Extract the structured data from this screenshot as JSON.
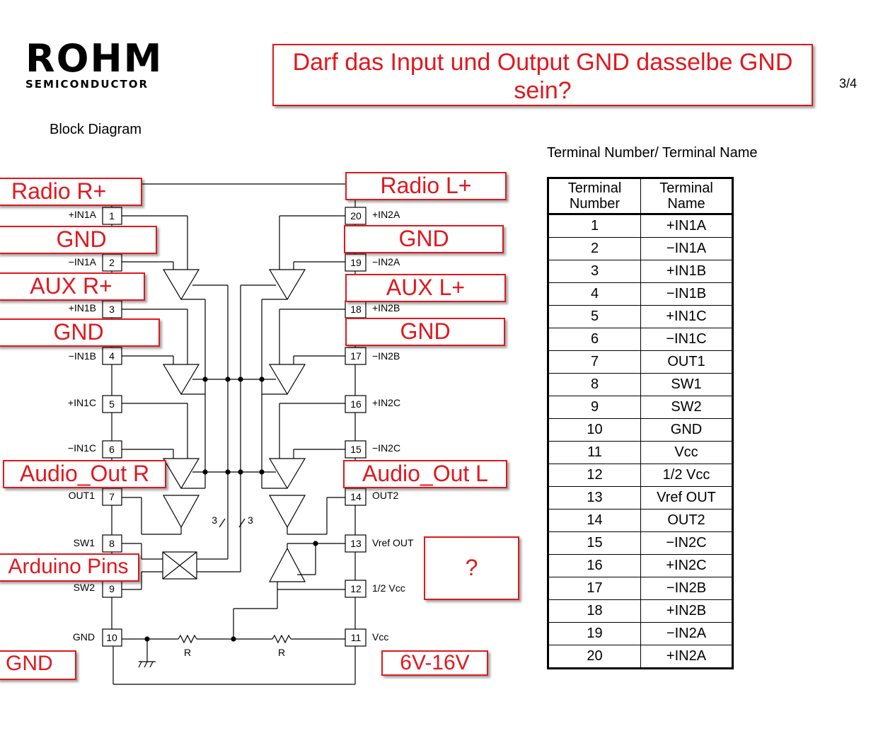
{
  "logo": {
    "brand": "ROHM",
    "sub": "SEMICONDUCTOR"
  },
  "question": "Darf das Input und Output GND dasselbe GND sein?",
  "page_number": "3/4",
  "block_diagram_title": "Block Diagram",
  "terminal_table_title": "Terminal Number/ Terminal Name",
  "table": {
    "headers": [
      "Terminal Number",
      "Terminal Name"
    ],
    "rows": [
      [
        "1",
        "+IN1A"
      ],
      [
        "2",
        "−IN1A"
      ],
      [
        "3",
        "+IN1B"
      ],
      [
        "4",
        "−IN1B"
      ],
      [
        "5",
        "+IN1C"
      ],
      [
        "6",
        "−IN1C"
      ],
      [
        "7",
        "OUT1"
      ],
      [
        "8",
        "SW1"
      ],
      [
        "9",
        "SW2"
      ],
      [
        "10",
        "GND"
      ],
      [
        "11",
        "Vcc"
      ],
      [
        "12",
        "1/2 Vcc"
      ],
      [
        "13",
        "Vref OUT"
      ],
      [
        "14",
        "OUT2"
      ],
      [
        "15",
        "−IN2C"
      ],
      [
        "16",
        "+IN2C"
      ],
      [
        "17",
        "−IN2B"
      ],
      [
        "18",
        "+IN2B"
      ],
      [
        "19",
        "−IN2A"
      ],
      [
        "20",
        "+IN2A"
      ]
    ]
  },
  "pins_left": [
    {
      "num": "1",
      "name": "+IN1A"
    },
    {
      "num": "2",
      "name": "−IN1A"
    },
    {
      "num": "3",
      "name": "+IN1B"
    },
    {
      "num": "4",
      "name": "−IN1B"
    },
    {
      "num": "5",
      "name": "+IN1C"
    },
    {
      "num": "6",
      "name": "−IN1C"
    },
    {
      "num": "7",
      "name": "OUT1"
    },
    {
      "num": "8",
      "name": "SW1"
    },
    {
      "num": "9",
      "name": "SW2"
    },
    {
      "num": "10",
      "name": "GND"
    }
  ],
  "pins_right": [
    {
      "num": "20",
      "name": "+IN2A"
    },
    {
      "num": "19",
      "name": "−IN2A"
    },
    {
      "num": "18",
      "name": "+IN2B"
    },
    {
      "num": "17",
      "name": "−IN2B"
    },
    {
      "num": "16",
      "name": "+IN2C"
    },
    {
      "num": "15",
      "name": "−IN2C"
    },
    {
      "num": "14",
      "name": "OUT2"
    },
    {
      "num": "13",
      "name": "Vref OUT"
    },
    {
      "num": "12",
      "name": "1/2 Vcc"
    },
    {
      "num": "11",
      "name": "Vcc"
    }
  ],
  "bus_labels": [
    "3",
    "3"
  ],
  "resistor_label": "R",
  "annotations": {
    "radio_r": "Radio R+",
    "radio_l": "Radio L+",
    "gnd_1": "GND",
    "gnd_2": "GND",
    "aux_r": "AUX R+",
    "aux_l": "AUX L+",
    "gnd_3": "GND",
    "gnd_4": "GND",
    "audio_out_r": "Audio_Out R",
    "audio_out_l": "Audio_Out L",
    "arduino": "Arduino Pins",
    "unknown": "?",
    "gnd_bottom": "GND",
    "voltage": "6V-16V"
  },
  "colors": {
    "annotation": "#e0181e",
    "line": "#000000"
  }
}
